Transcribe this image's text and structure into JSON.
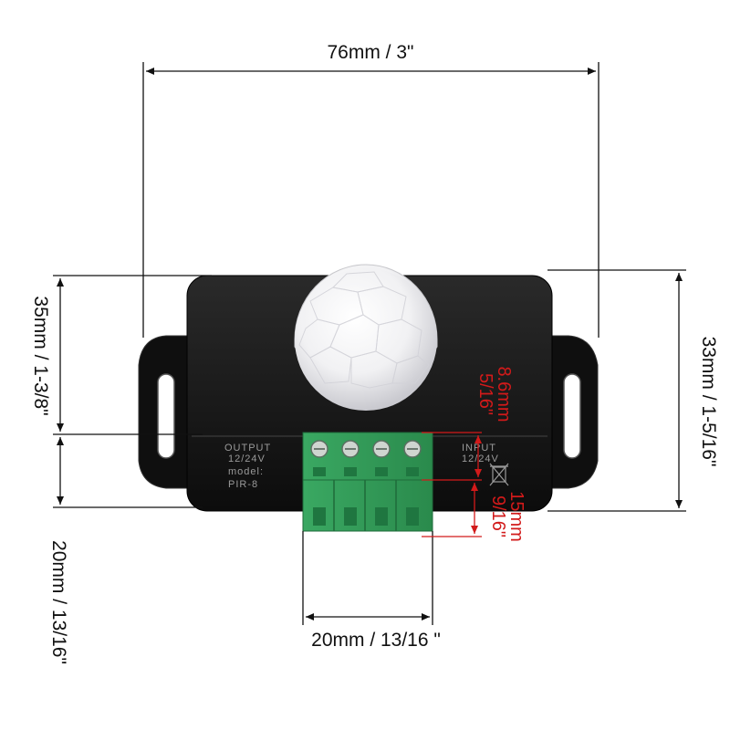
{
  "dimensions": {
    "width_top": "76mm / 3\"",
    "height_left": "35mm / 1-3/8\"",
    "height_right": "33mm / 1-5/16\"",
    "terminal_height_left": "20mm / 13/16\"",
    "terminal_width_bottom": "20mm / 13/16  \"",
    "dome_to_terminal": "8.6mm\n5/16\"",
    "terminal_block_depth": "15mm\n9/16\""
  },
  "device": {
    "output_label": "OUTPUT",
    "output_voltage": "12/24V",
    "model_label": "model:",
    "model_value": "PIR-8",
    "input_label": "INPUT",
    "input_voltage": "12/24V"
  },
  "colors": {
    "body": "#111111",
    "terminal": "#2f9a55",
    "dimension_red": "#d21a1a",
    "dimension_black": "#111111"
  }
}
